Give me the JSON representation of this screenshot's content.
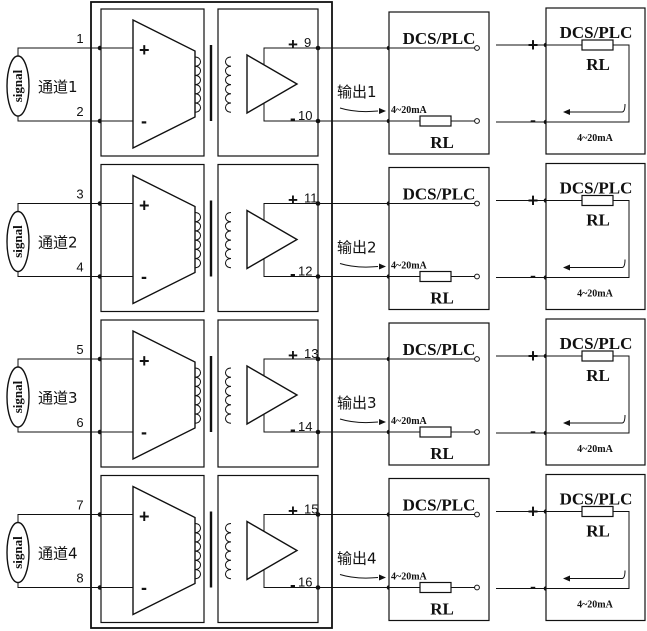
{
  "signal_label": "signal",
  "dcs_plc_label": "DCS/PLC",
  "rl_label": "RL",
  "current_label": "4~20mA",
  "plus_sign": "+",
  "minus_sign": "-",
  "channels": [
    {
      "input_label": "通道1",
      "in_pos_pin": "1",
      "in_neg_pin": "2",
      "out_label": "输出1",
      "out_pos_pin": "9",
      "out_neg_pin": "10"
    },
    {
      "input_label": "通道2",
      "in_pos_pin": "3",
      "in_neg_pin": "4",
      "out_label": "输出2",
      "out_pos_pin": "11",
      "out_neg_pin": "12"
    },
    {
      "input_label": "通道3",
      "in_pos_pin": "5",
      "in_neg_pin": "6",
      "out_label": "输出3",
      "out_pos_pin": "13",
      "out_neg_pin": "14"
    },
    {
      "input_label": "通道4",
      "in_pos_pin": "7",
      "in_neg_pin": "8",
      "out_label": "输出4",
      "out_pos_pin": "15",
      "out_neg_pin": "16"
    }
  ]
}
